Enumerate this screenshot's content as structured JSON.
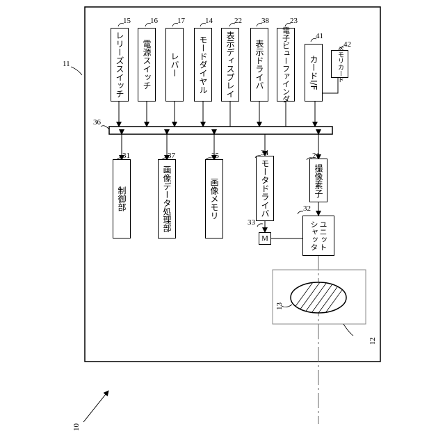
{
  "device_number": "10",
  "body_number": "11",
  "lens_unit_number": "12",
  "lens_number": "13",
  "bus_number": "36",
  "motor_label": "M",
  "motor_number": "33",
  "top_components": [
    {
      "number": "15",
      "label": "レリーズスイッチ"
    },
    {
      "number": "16",
      "label": "電源スイッチ"
    },
    {
      "number": "17",
      "label": "レバー"
    },
    {
      "number": "14",
      "label": "モードダイヤル"
    },
    {
      "number": "22",
      "label": "表示ディスプレイ"
    },
    {
      "number": "38",
      "label": "表示ドライバ"
    },
    {
      "number": "23",
      "label": "電子ビューファインダ"
    },
    {
      "number": "41",
      "label": "カードI/F"
    },
    {
      "number": "42",
      "label": "メモリカード"
    }
  ],
  "bottom_components": [
    {
      "number": "31",
      "label": "制御部"
    },
    {
      "number": "37",
      "label": "画像データ処理部"
    },
    {
      "number": "35",
      "label": "画像メモリ"
    },
    {
      "number": "34",
      "label": "モータドライバ"
    },
    {
      "number": "21",
      "label": "撮像素子"
    }
  ],
  "shutter": {
    "number": "32",
    "label_line1": "シャッタ",
    "label_line2": "ユニット"
  }
}
